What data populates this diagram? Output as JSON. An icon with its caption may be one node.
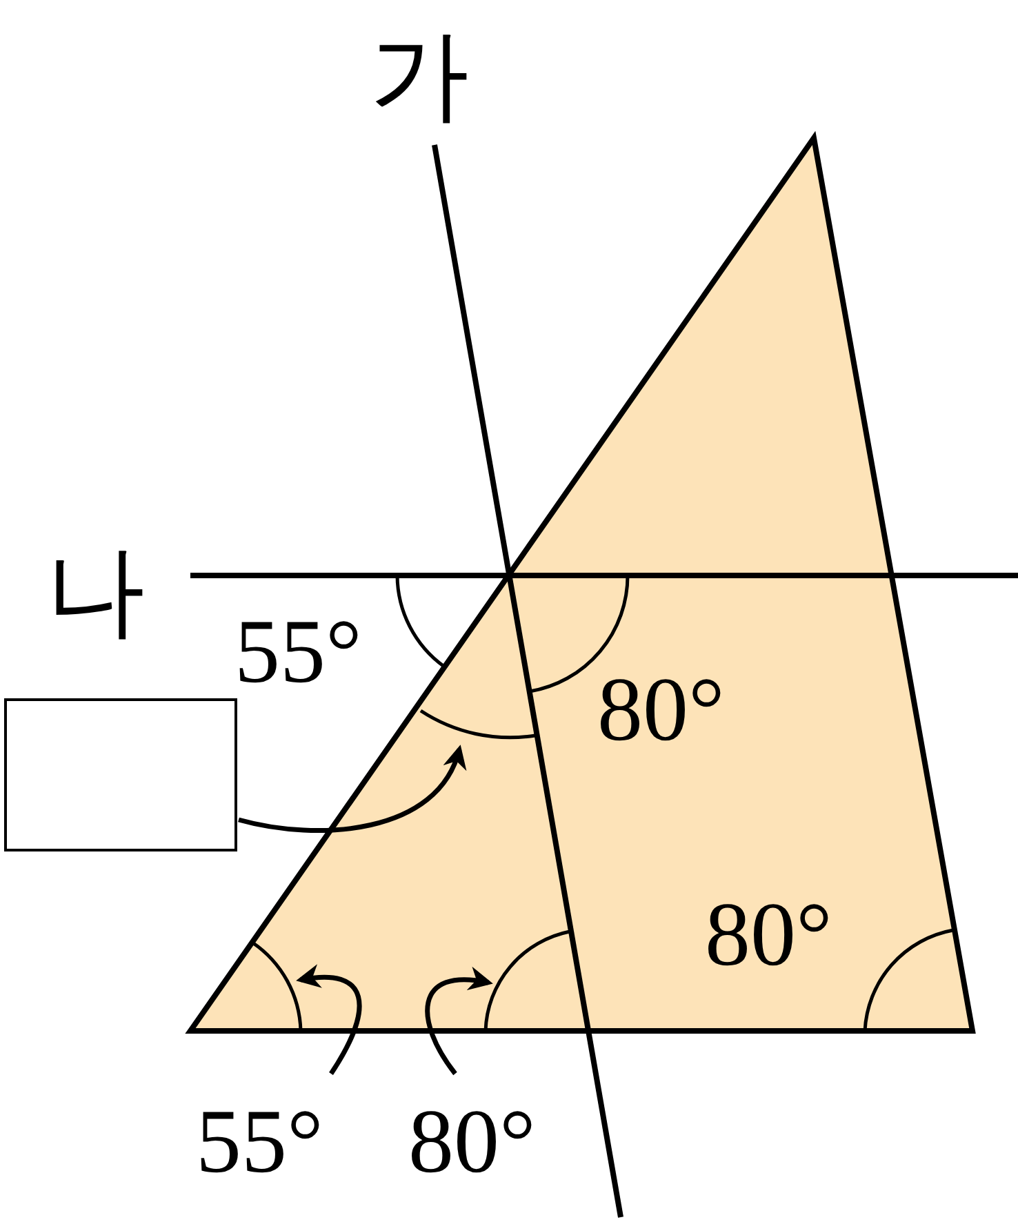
{
  "diagram": {
    "nodes": [
      {
        "text": [],
        "shape": "box"
      },
      {
        "text": [
          "55°"
        ]
      },
      {
        "text": [
          "80°"
        ]
      },
      {
        "text": [],
        "shape": "arc"
      },
      {
        "text": [],
        "shape": "arc"
      },
      {
        "text": [],
        "shape": "arc"
      }
    ],
    "edges": [
      {
        "from": 0,
        "to": 3,
        "arrow": "to"
      },
      {
        "from": 1,
        "to": 4,
        "arrow": "to"
      },
      {
        "from": 2,
        "to": 5,
        "arrow": "to"
      }
    ],
    "labels": [
      "가",
      "나",
      "55°",
      "80°",
      "80°"
    ]
  }
}
